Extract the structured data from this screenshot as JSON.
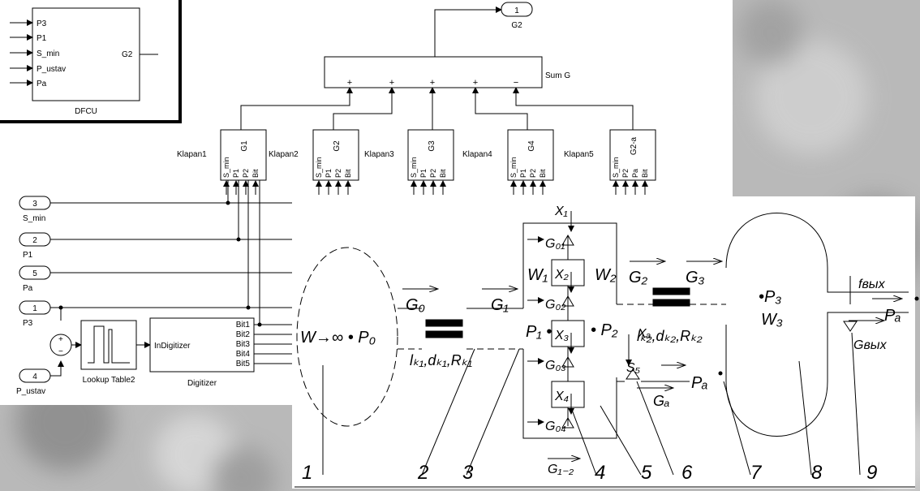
{
  "dfcu": {
    "ports": [
      "P3",
      "P1",
      "S_min",
      "P_ustav",
      "Pa"
    ],
    "output_port": "G2",
    "label": "DFCU"
  },
  "outport": {
    "number": "1",
    "label": "G2"
  },
  "sum": {
    "label": "Sum G",
    "signs": [
      "+",
      "+",
      "+",
      "+",
      "−"
    ]
  },
  "klapans": [
    {
      "label": "Klapan1",
      "out": "G1",
      "inputs": [
        "S_min",
        "P1",
        "P2",
        "Bit"
      ]
    },
    {
      "label": "Klapan2",
      "out": "G2",
      "inputs": [
        "S_min",
        "P1",
        "P2",
        "Bit"
      ]
    },
    {
      "label": "Klapan3",
      "out": "G3",
      "inputs": [
        "S_min",
        "P1",
        "P2",
        "Bit"
      ]
    },
    {
      "label": "Klapan4",
      "out": "G4",
      "inputs": [
        "S_min",
        "P1",
        "P2",
        "Bit"
      ]
    },
    {
      "label": "Klapan5",
      "out": "G2-a",
      "inputs": [
        "S_min",
        "P2",
        "Pa",
        "Bit"
      ]
    }
  ],
  "inports": [
    {
      "number": "3",
      "label": "S_min"
    },
    {
      "number": "2",
      "label": "P1"
    },
    {
      "number": "5",
      "label": "Pa"
    },
    {
      "number": "1",
      "label": "P3"
    },
    {
      "number": "4",
      "label": "P_ustav"
    }
  ],
  "summer_signs": {
    "top": "+",
    "bottom": "−"
  },
  "lookup_label": "Lookup Table2",
  "digitizer": {
    "in": "InDigitizer",
    "label": "Digitizer",
    "bits": [
      "Bit1",
      "Bit2",
      "Bit3",
      "Bit4",
      "Bit5"
    ]
  },
  "schematic": {
    "w_infinity": "W→∞ • P₀",
    "g0": "G₀",
    "g1": "G₁",
    "g2": "G₂",
    "g3": "G₃",
    "line1": "lₖ₁,dₖ₁,Rₖ₁",
    "line2": "lₖ₂,dₖ₂,Rₖ₂",
    "w1": "W₁",
    "w2": "W₂",
    "w3": "W₃",
    "p1": "P₁ •",
    "p2": "• P₂",
    "p3": "•P₃",
    "pa": "Pₐ",
    "ga": "Gₐ",
    "gout": "Gвых",
    "fout": "fвых",
    "x1": "X₁",
    "x2": "X₂",
    "x3": "X₃",
    "x4": "X₄",
    "xa": "Xₐ",
    "s5": "S₅",
    "g01": "G₀₁",
    "g02": "G₀₂",
    "g03": "G₀₃",
    "g04": "G₀₄",
    "g12": "G₁₋₂",
    "numbers": [
      "1",
      "2",
      "3",
      "4",
      "5",
      "6",
      "7",
      "8",
      "9"
    ]
  }
}
